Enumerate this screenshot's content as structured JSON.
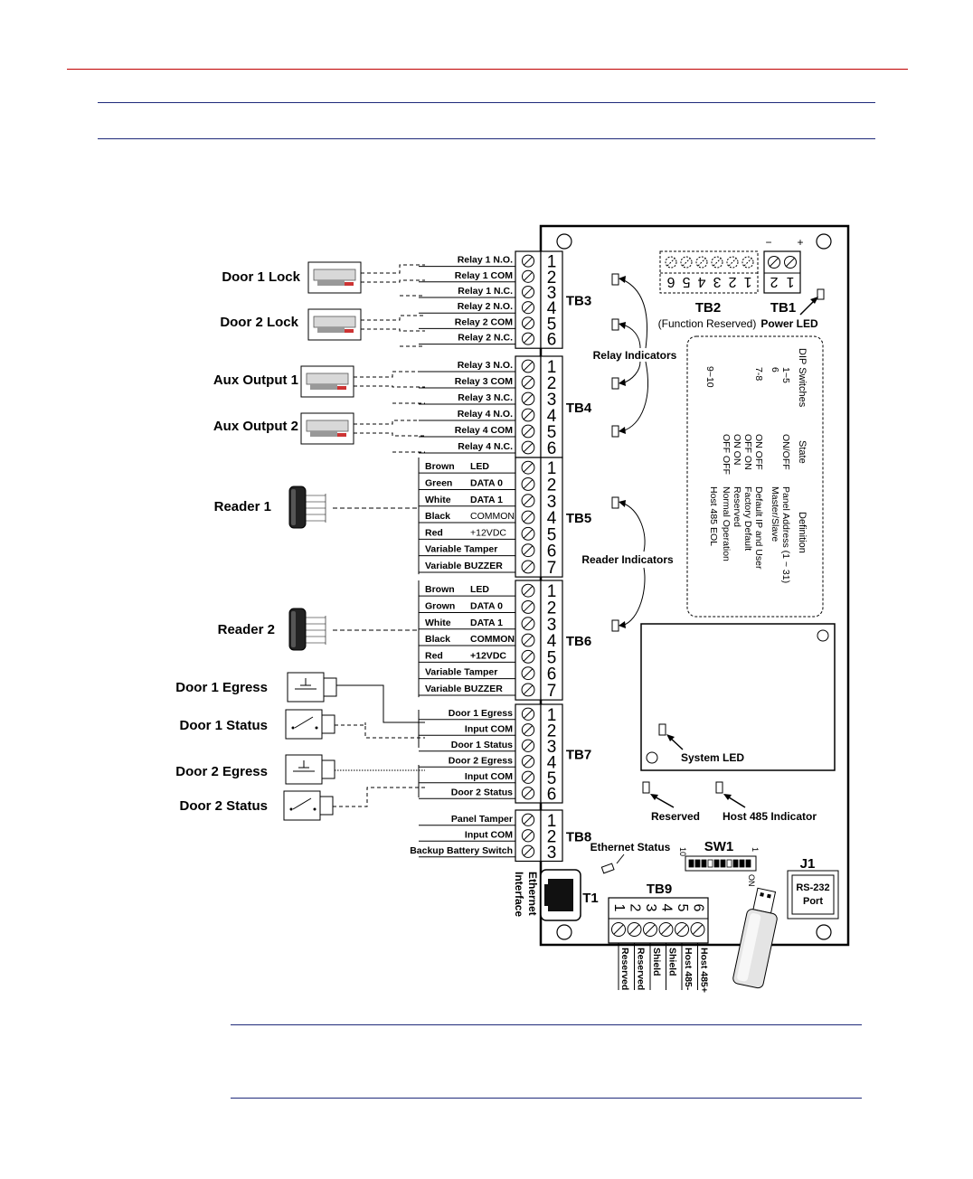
{
  "devices": [
    {
      "label": "Door 1 Lock",
      "icon": "door-lock-icon"
    },
    {
      "label": "Door 2 Lock",
      "icon": "door-lock-icon"
    },
    {
      "label": "Aux Output 1",
      "icon": "door-lock-icon"
    },
    {
      "label": "Aux Output 2",
      "icon": "door-lock-icon"
    },
    {
      "label": "Reader 1",
      "icon": "card-reader-icon"
    },
    {
      "label": "Reader 2",
      "icon": "card-reader-icon"
    },
    {
      "label": "Door 1 Egress",
      "icon": "push-button-icon"
    },
    {
      "label": "Door 1 Status",
      "icon": "door-contact-icon"
    },
    {
      "label": "Door 2 Egress",
      "icon": "push-button-icon"
    },
    {
      "label": "Door 2 Status",
      "icon": "door-contact-icon"
    }
  ],
  "terminal_blocks": [
    {
      "name": "TB3",
      "labels": [
        "Relay 1  N.O.",
        "Relay 1  COM",
        "Relay 1  N.C.",
        "Relay 2  N.O.",
        "Relay 2  COM",
        "Relay 2  N.C."
      ]
    },
    {
      "name": "TB4",
      "labels": [
        "Relay 3  N.O.",
        "Relay 3  COM",
        "Relay 3  N.C.",
        "Relay 4  N.O.",
        "Relay 4  COM",
        "Relay 4  N.C."
      ]
    },
    {
      "name": "TB5",
      "wires": [
        [
          "Brown",
          "LED"
        ],
        [
          "Green",
          "DATA 0"
        ],
        [
          "White",
          "DATA 1"
        ],
        [
          "Black",
          "COMMON"
        ],
        [
          "Red",
          "+12VDC"
        ],
        [
          "Variable Tamper",
          ""
        ],
        [
          "Variable BUZZER",
          ""
        ]
      ]
    },
    {
      "name": "TB6",
      "wires": [
        [
          "Brown",
          "LED"
        ],
        [
          "Grown",
          "DATA 0"
        ],
        [
          "White",
          "DATA 1"
        ],
        [
          "Black",
          "COMMON"
        ],
        [
          "Red",
          "+12VDC"
        ],
        [
          "Variable Tamper",
          ""
        ],
        [
          "Variable BUZZER",
          ""
        ]
      ]
    },
    {
      "name": "TB7",
      "labels": [
        "Door 1 Egress",
        "Input COM",
        "Door 1 Status",
        "Door 2 Egress",
        "Input COM",
        "Door 2 Status"
      ]
    },
    {
      "name": "TB8",
      "labels": [
        "Panel Tamper",
        "Input COM",
        "Backup Battery Switch"
      ]
    }
  ],
  "tb9": {
    "name": "TB9",
    "labels": [
      "Reserved",
      "Reserved",
      "Shield",
      "Shield",
      "Host 485-",
      "Host 485+"
    ]
  },
  "tb1": {
    "name": "TB1",
    "minus": "−",
    "plus": "+",
    "led": "Power LED"
  },
  "tb2": {
    "name": "TB2",
    "note": "(Function Reserved)"
  },
  "indicators": {
    "relay": "Relay Indicators",
    "reader": "Reader Indicators",
    "system": "System LED",
    "reserved": "Reserved",
    "host485": "Host 485 Indicator",
    "ethernet_status": "Ethernet Status"
  },
  "dip": {
    "headers": [
      "DIP Switches",
      "State",
      "Definition"
    ],
    "rows": [
      [
        "1~5",
        "ON/OFF",
        "Panel Address (1 ~ 31)"
      ],
      [
        "6",
        "",
        "Master/Slave"
      ],
      [
        "7-8",
        "ON   OFF",
        "Default IP and User"
      ],
      [
        "",
        "OFF  ON",
        "Factory Default"
      ],
      [
        "",
        "ON   ON",
        "Reserved"
      ],
      [
        "",
        "OFF  OFF",
        "Normal Operation"
      ],
      [
        "9~10",
        "",
        "Host 485 EOL"
      ]
    ]
  },
  "sw1": {
    "name": "SW1",
    "left": "10",
    "right": "1",
    "on": "ON"
  },
  "j1": {
    "name": "J1",
    "line1": "RS-232",
    "line2": "Port"
  },
  "t1": {
    "name": "T1",
    "label1": "Ethernet",
    "label2": "Interface"
  },
  "colors": {
    "top_rule": "#c00000",
    "blue_rule": "#1f2a7a",
    "ink": "#000000"
  }
}
